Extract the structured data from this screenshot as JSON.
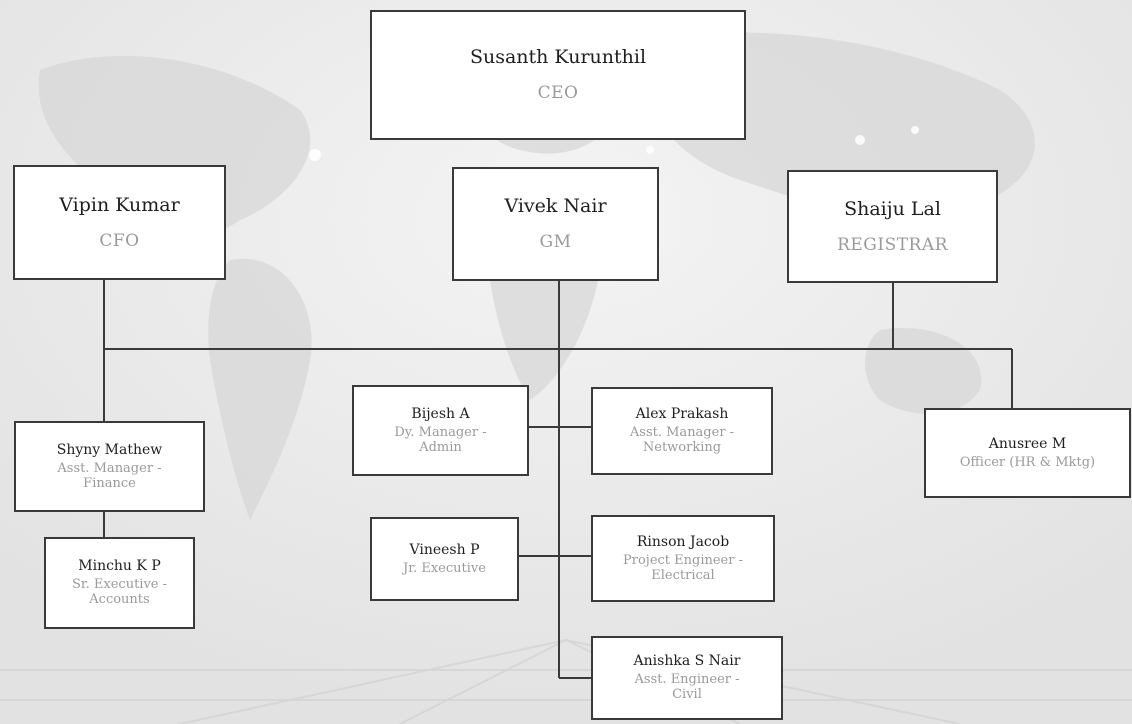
{
  "chart": {
    "ceo": {
      "name": "Susanth Kurunthil",
      "role": "CEO"
    },
    "managers": [
      {
        "name": "Vipin Kumar",
        "role": "CFO"
      },
      {
        "name": "Vivek Nair",
        "role": "GM"
      },
      {
        "name": "Shaiju Lal",
        "role": "REGISTRAR"
      }
    ],
    "staff": [
      {
        "name": "Shyny Mathew",
        "role": "Asst. Manager - Finance"
      },
      {
        "name": "Minchu K P",
        "role": "Sr. Executive - Accounts"
      },
      {
        "name": "Bijesh A",
        "role": "Dy. Manager - Admin"
      },
      {
        "name": "Alex Prakash",
        "role": "Asst. Manager - Networking"
      },
      {
        "name": "Vineesh P",
        "role": "Jr. Executive"
      },
      {
        "name": "Rinson Jacob",
        "role": "Project Engineer - Electrical"
      },
      {
        "name": "Anishka S Nair",
        "role": "Asst. Engineer - Civil"
      },
      {
        "name": "Anusree M",
        "role": "Officer (HR & Mktg)"
      }
    ]
  }
}
